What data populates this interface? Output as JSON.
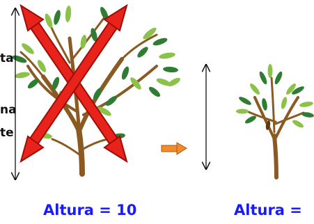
{
  "left_clipped_text": [
    "ta",
    "na",
    "te"
  ],
  "label_left": "Altura = 10",
  "label_right": "Altura =",
  "colors": {
    "trunk": "#8b5a22",
    "trunk_dark": "#5e3a12",
    "leaf_light": "#8bc34a",
    "leaf_dark": "#2e7d32",
    "cross": "#e8231b",
    "cross_dark": "#9e0c06",
    "arrow_orange": "#f08c2e",
    "label": "#1a1aff"
  }
}
